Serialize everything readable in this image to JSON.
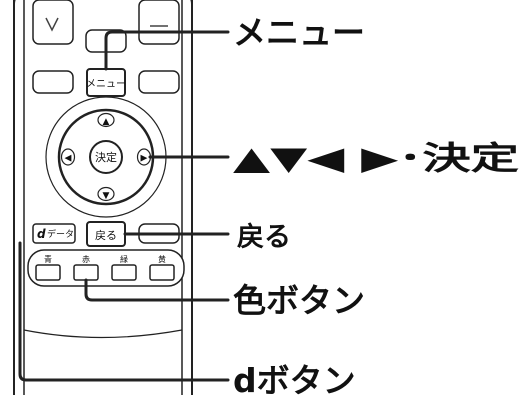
{
  "remote": {
    "menu_button_label": "メニュー",
    "enter_button_label": "決定",
    "dpad_up_arrow": "▲",
    "dpad_down_arrow": "▼",
    "dpad_left_arrow": "◀",
    "dpad_right_arrow": "▶",
    "data_button_label": "データ",
    "data_button_prefix": "d",
    "back_button_label": "戻る",
    "color_buttons": [
      "青",
      "赤",
      "緑",
      "黄"
    ]
  },
  "callouts": {
    "menu": "メニュー",
    "arrows_enter": "▲▼◀ ▶･決定",
    "back": "戻る",
    "color_buttons": "色ボタン",
    "d_button": "dボタン"
  }
}
